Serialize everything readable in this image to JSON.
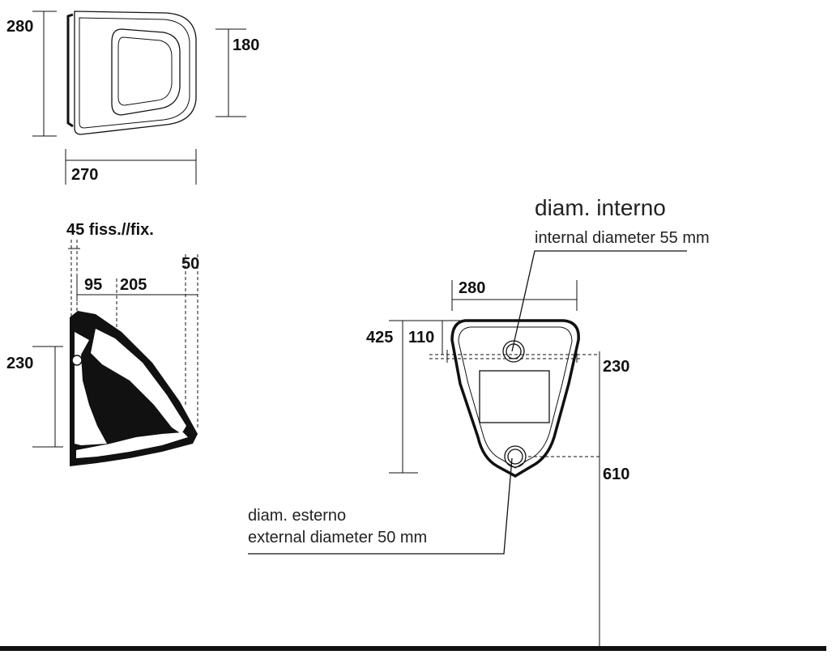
{
  "top_view": {
    "depth_label": "280",
    "bowl_label": "180",
    "width_label": "270"
  },
  "side_view": {
    "fixing_label": "45 fiss.//fix.",
    "offset_50_label": "50",
    "offset_95_label": "95",
    "offset_205_label": "205",
    "height_230_label": "230"
  },
  "front_view": {
    "width_label": "280",
    "height_425_label": "425",
    "height_110_label": "110",
    "spud_230_label": "230",
    "outlet_610_label": "610"
  },
  "notes": {
    "inlet_it": "diam. interno",
    "inlet_en": "internal diameter 55 mm",
    "outlet_it": "diam. esterno",
    "outlet_en": "external diameter 50 mm"
  }
}
